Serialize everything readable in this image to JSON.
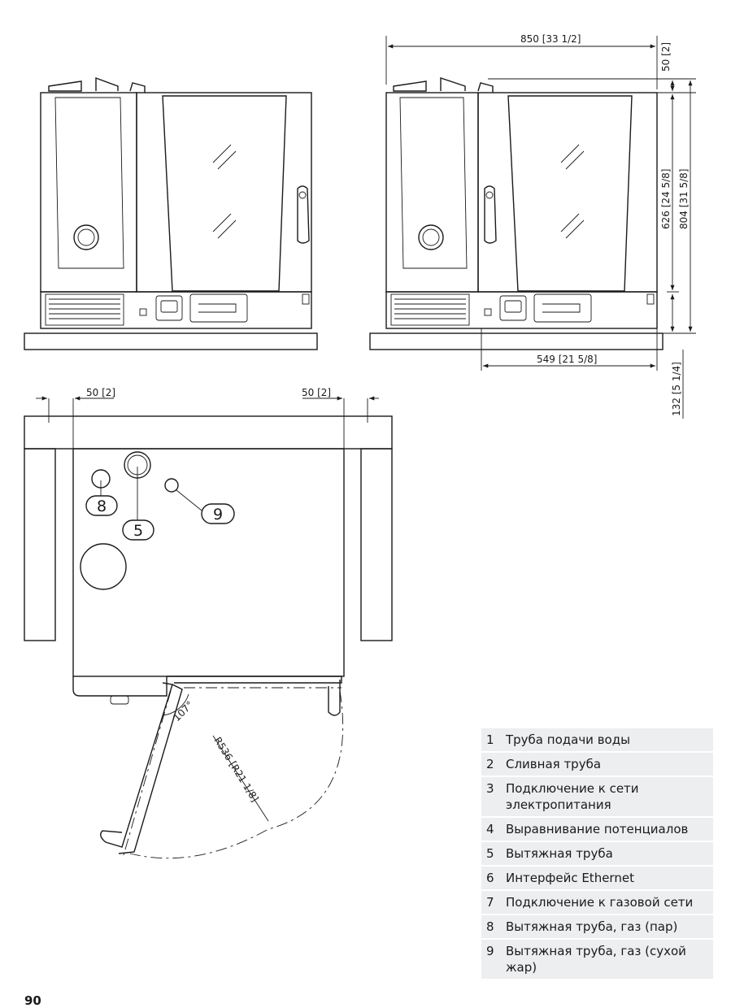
{
  "dimensions": {
    "width_top": "850 [33 1/2]",
    "clearance_top": "50 [2]",
    "height_body": "626 [24 5/8]",
    "height_total": "804 [31 5/8]",
    "depth": "549 [21 5/8]",
    "feet": "132 [5 1/4]",
    "clearance_left": "50 [2]",
    "clearance_right": "50 [2]",
    "door_angle": "107°",
    "door_radius": "R536 [R21 1/8]"
  },
  "callouts": {
    "c8": "8",
    "c5": "5",
    "c9": "9"
  },
  "legend": [
    {
      "num": "1",
      "label": "Труба подачи воды"
    },
    {
      "num": "2",
      "label": "Сливная труба"
    },
    {
      "num": "3",
      "label": "Подключение к сети электропитания"
    },
    {
      "num": "4",
      "label": "Выравнивание потенциалов"
    },
    {
      "num": "5",
      "label": "Вытяжная труба"
    },
    {
      "num": "6",
      "label": "Интерфейс Ethernet"
    },
    {
      "num": "7",
      "label": "Подключение к газовой сети"
    },
    {
      "num": "8",
      "label": "Вытяжная труба, газ (пар)"
    },
    {
      "num": "9",
      "label": "Вытяжная труба, газ (сухой жар)"
    }
  ],
  "page_number": "90"
}
